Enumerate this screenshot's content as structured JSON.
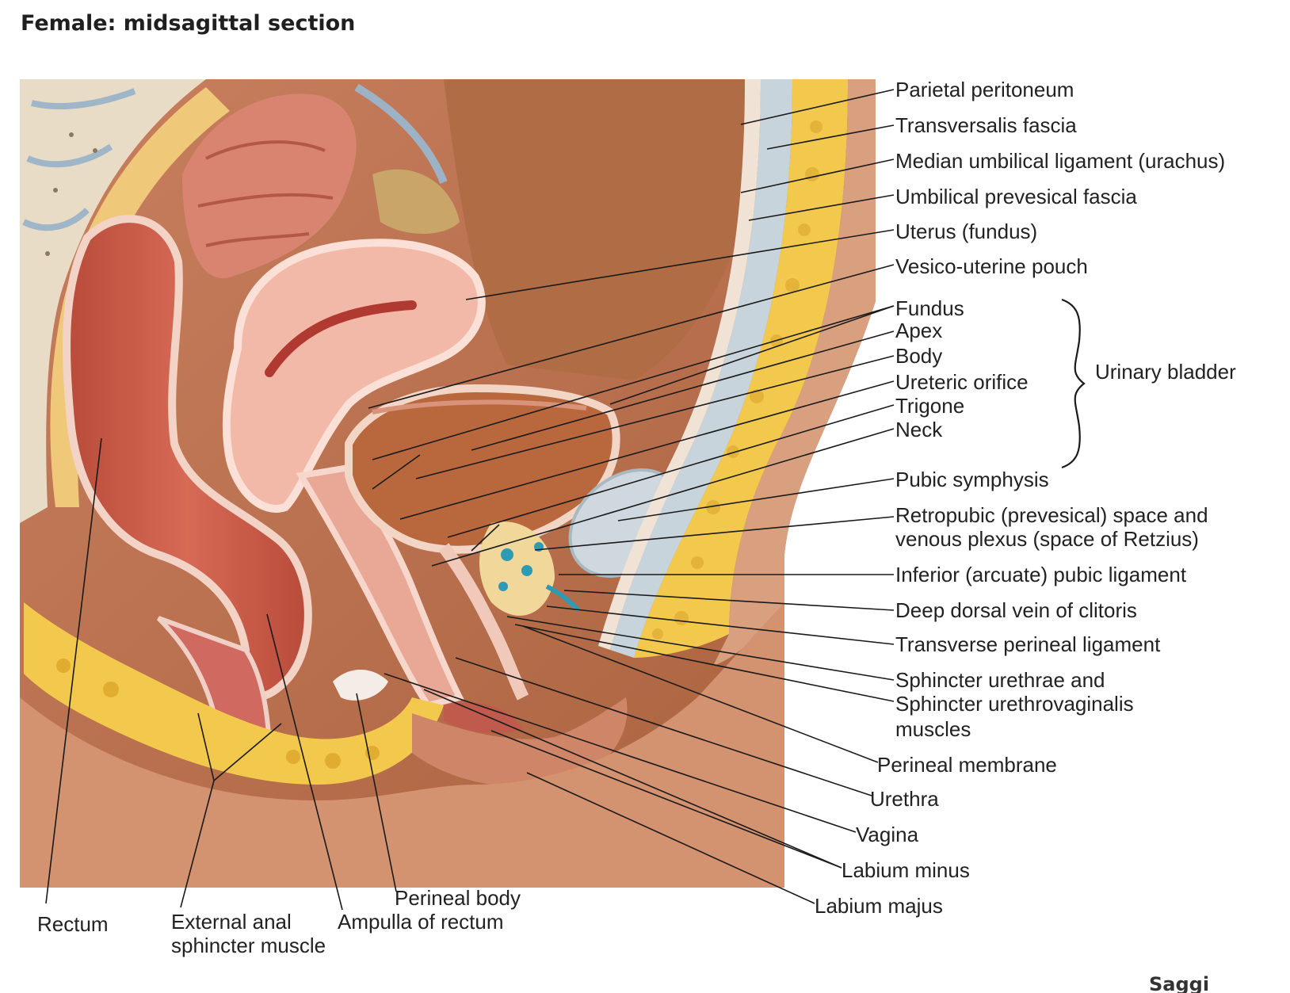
{
  "title": "Female: midsagittal section",
  "labels_right": {
    "parietal_peritoneum": "Parietal peritoneum",
    "transversalis_fascia": "Transversalis fascia",
    "median_umbilical_ligament": "Median umbilical ligament (urachus)",
    "umbilical_prevesical_fascia": "Umbilical prevesical fascia",
    "uterus_fundus": "Uterus (fundus)",
    "vesico_uterine_pouch": "Vesico-uterine pouch",
    "fundus": "Fundus",
    "apex": "Apex",
    "body": "Body",
    "ureteric_orifice": "Ureteric orifice",
    "trigone": "Trigone",
    "neck": "Neck",
    "urinary_bladder": "Urinary bladder",
    "pubic_symphysis": "Pubic symphysis",
    "retropubic_space_1": "Retropubic (prevesical) space and",
    "retropubic_space_2": "venous plexus (space of Retzius)",
    "inferior_pubic_ligament": "Inferior (arcuate) pubic ligament",
    "deep_dorsal_vein": "Deep dorsal vein of clitoris",
    "transverse_perineal_ligament": "Transverse perineal ligament",
    "sphincter_1": "Sphincter urethrae and",
    "sphincter_2": "Sphincter urethrovaginalis",
    "sphincter_3": "muscles",
    "perineal_membrane": "Perineal membrane",
    "urethra": "Urethra",
    "vagina": "Vagina",
    "labium_minus": "Labium minus",
    "labium_majus": "Labium majus"
  },
  "labels_bottom": {
    "rectum": "Rectum",
    "external_anal_1": "External anal",
    "external_anal_2": "sphincter muscle",
    "perineal_body": "Perineal body",
    "ampulla_of_rectum": "Ampulla of rectum"
  },
  "footer_fragment": "Saggi",
  "colors": {
    "skin": "#d49474",
    "muscle": "#c6685a",
    "fat": "#f2c94c",
    "peritoneum_bg": "#b9744e",
    "bone": "#e9e0cf",
    "pubic_cartilage": "#cfd8de"
  }
}
